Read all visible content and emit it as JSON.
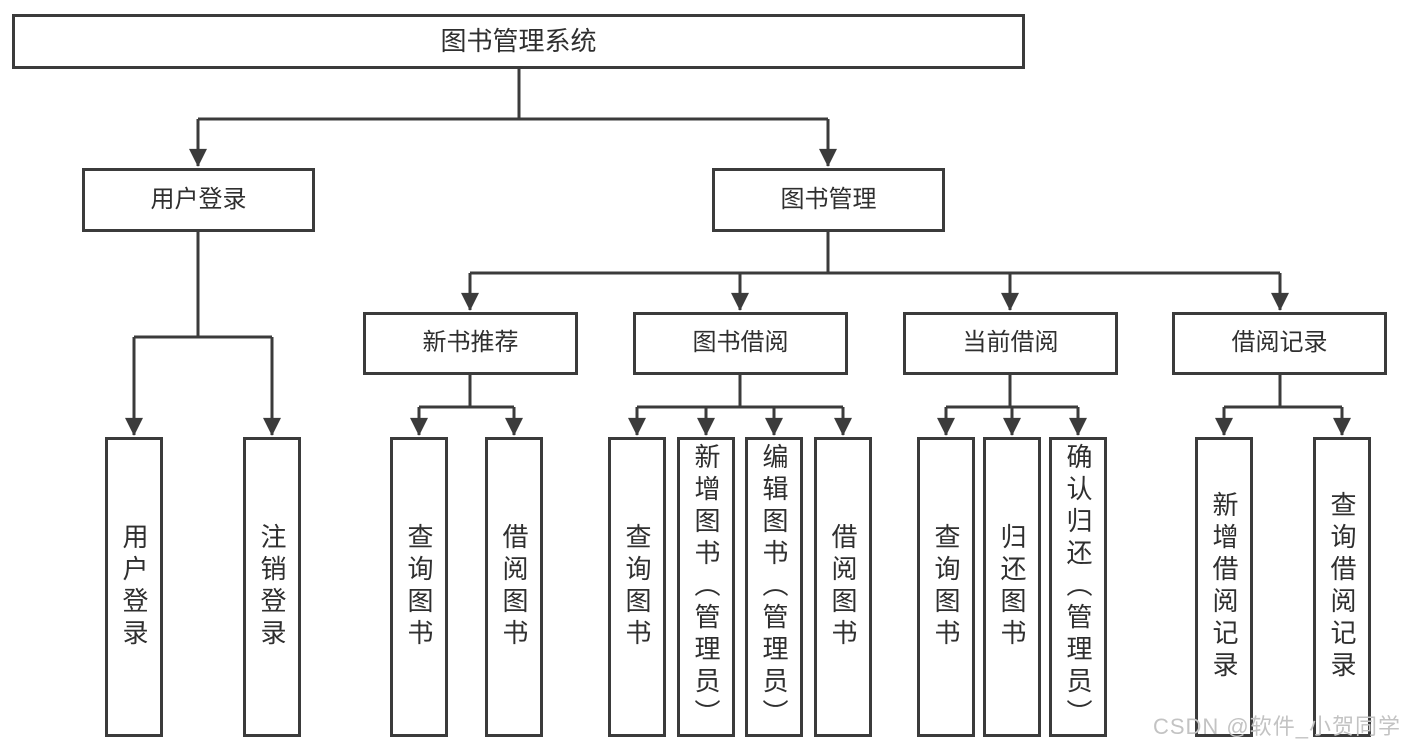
{
  "nodes": {
    "root": "图书管理系统",
    "login": "用户登录",
    "mgmt": "图书管理",
    "newbook": "新书推荐",
    "borrow": "图书借阅",
    "current": "当前借阅",
    "records": "借阅记录",
    "login_user": "用户登录",
    "login_logout": "注销登录",
    "newbook_query": "查询图书",
    "newbook_borrow": "借阅图书",
    "borrow_query": "查询图书",
    "borrow_add": "新增图书（管理员）",
    "borrow_edit": "编辑图书（管理员）",
    "borrow_lend": "借阅图书",
    "current_query": "查询图书",
    "current_return": "归还图书",
    "current_confirm": "确认归还（管理员）",
    "records_add": "新增借阅记录",
    "records_query": "查询借阅记录"
  },
  "watermark": "CSDN @软件_小贺同学",
  "colors": {
    "line": "#3b3b3b",
    "box_border": "#3b3b3b",
    "text": "#2f2f2f",
    "watermark": "#c3c3c3",
    "background": "#ffffff"
  }
}
